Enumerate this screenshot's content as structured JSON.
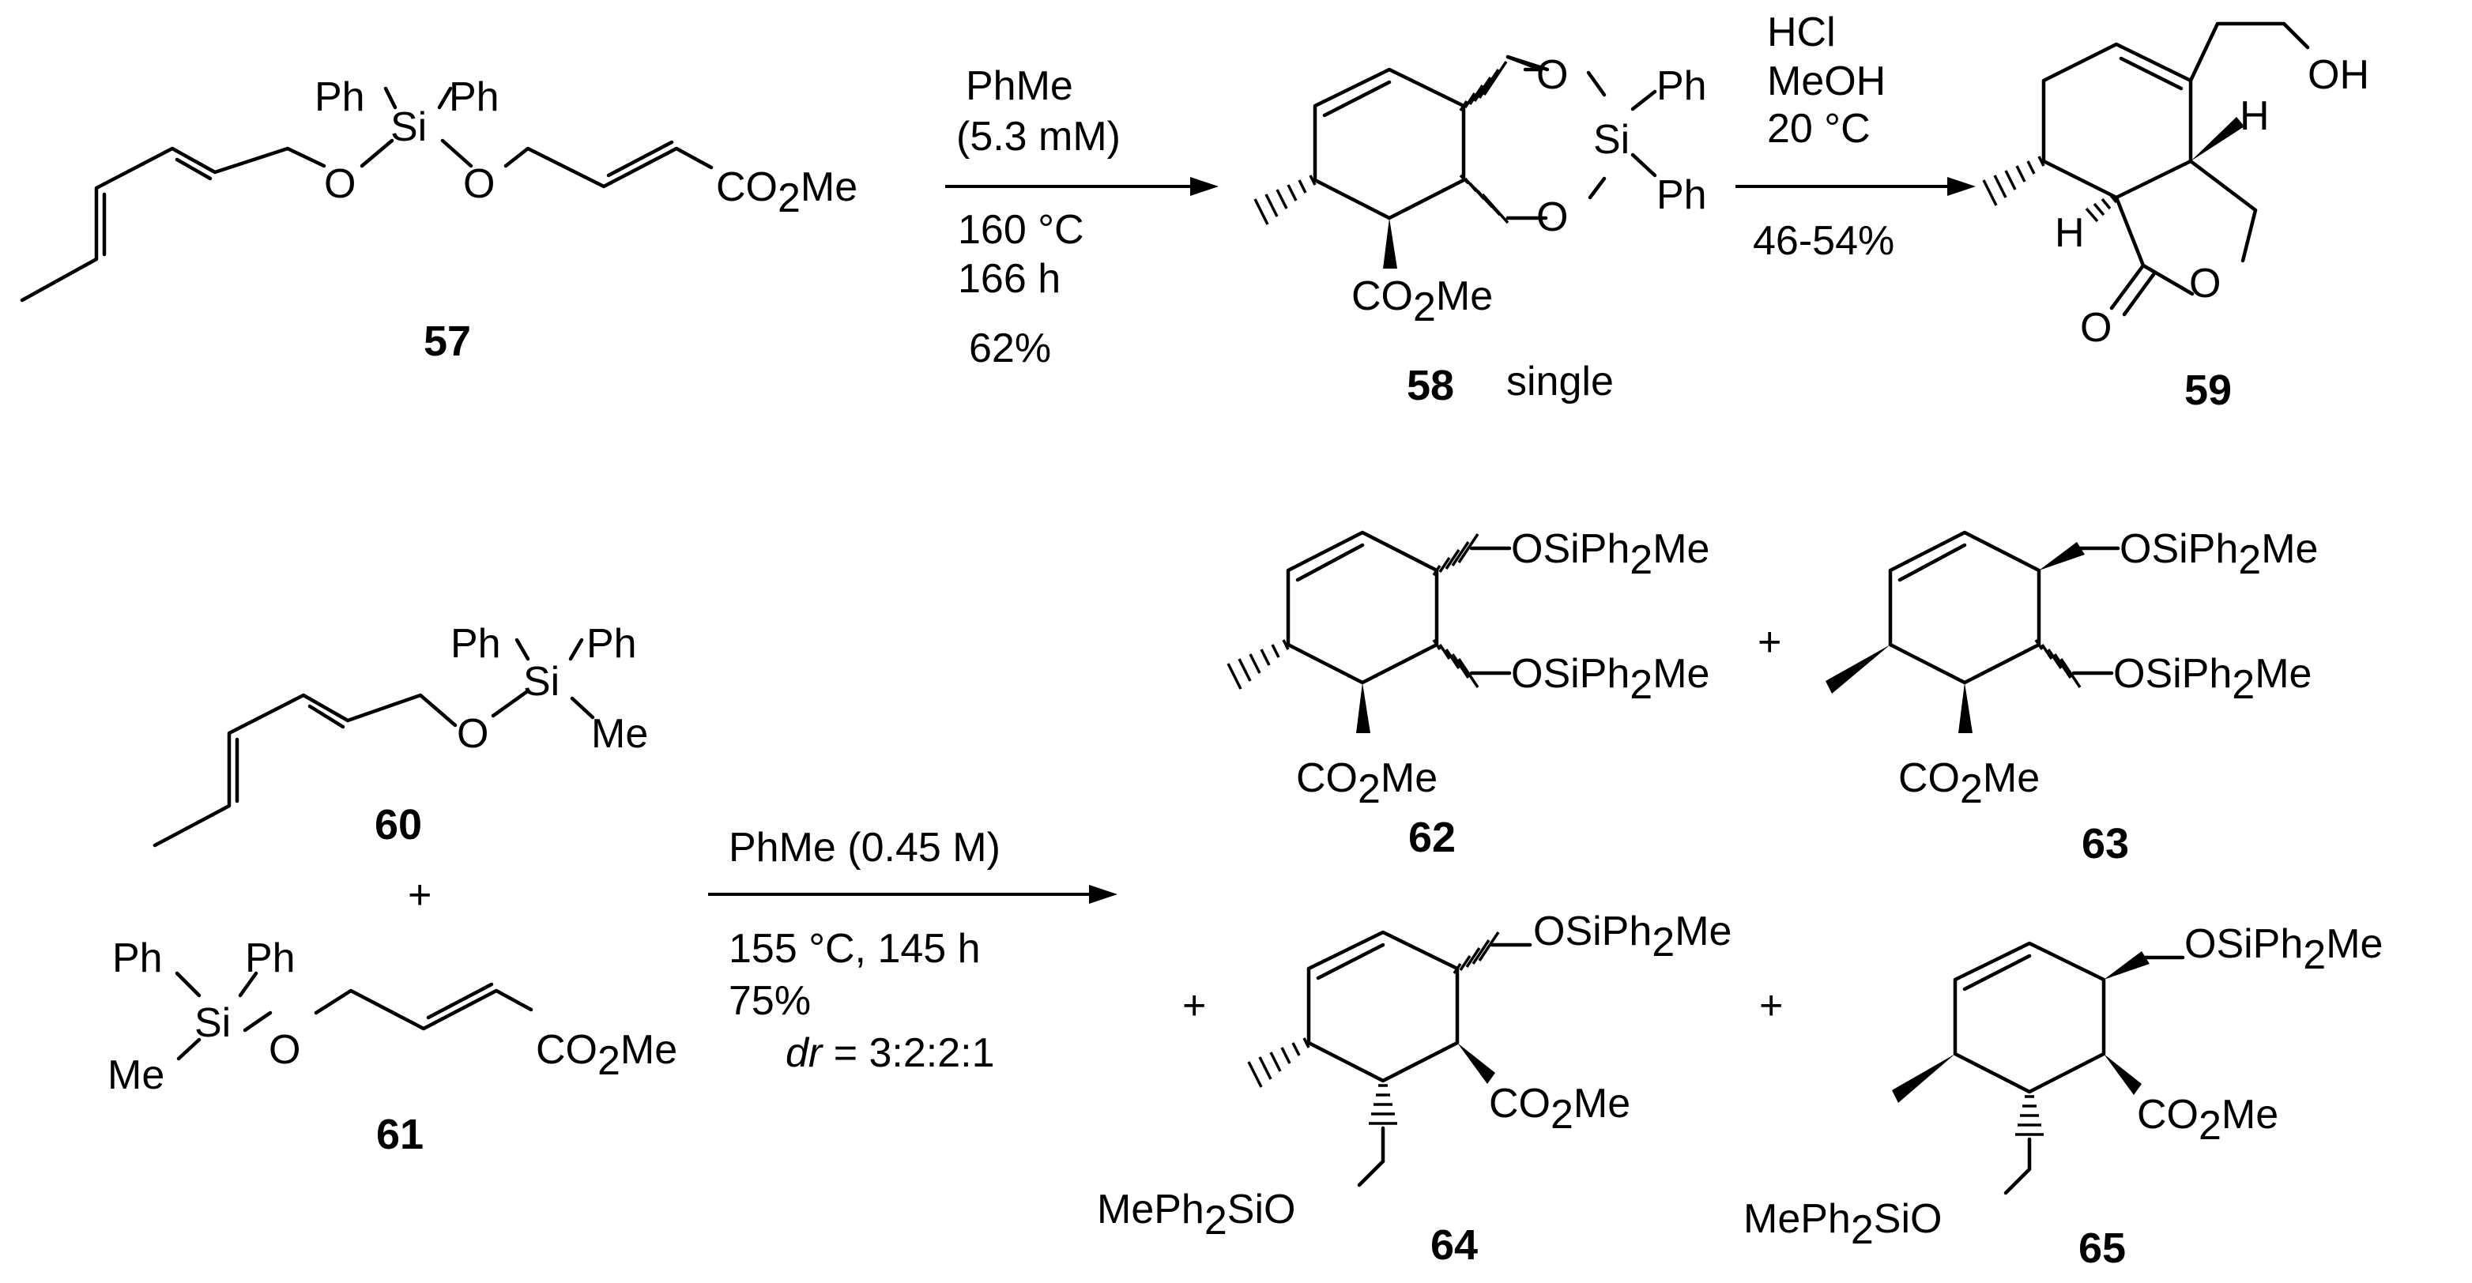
{
  "reaction1": {
    "c57": {
      "number": "57",
      "ph_left": "Ph",
      "ph_right": "Ph",
      "si": "Si",
      "o_left": "O",
      "o_right": "O",
      "ester": "CO",
      "ester_sub": "2",
      "ester_end": "Me"
    },
    "step1": {
      "solvent": "PhMe",
      "conc": "(5.3 mM)",
      "temp": "160 °C",
      "time": "166 h",
      "yield": "62%"
    },
    "c58": {
      "number": "58",
      "note": "single",
      "o_top": "O",
      "o_bottom": "O",
      "si": "Si",
      "ph_top": "Ph",
      "ph_bottom": "Ph",
      "ester": "CO",
      "ester_sub": "2",
      "ester_end": "Me"
    },
    "step2": {
      "reagent": "HCl",
      "solvent": "MeOH",
      "temp": "20 °C",
      "yield": "46-54%"
    },
    "c59": {
      "number": "59",
      "oh": "OH",
      "h_top": "H",
      "h_bottom": "H",
      "o_ring": "O",
      "o_carbonyl": "O"
    }
  },
  "reaction2": {
    "c60": {
      "number": "60",
      "ph_left": "Ph",
      "ph_right": "Ph",
      "si": "Si",
      "o": "O",
      "me": "Me"
    },
    "plus_reactants": "+",
    "c61": {
      "number": "61",
      "ph_left": "Ph",
      "ph_right": "Ph",
      "si": "Si",
      "me": "Me",
      "o": "O",
      "ester": "CO",
      "ester_sub": "2",
      "ester_end": "Me"
    },
    "step": {
      "conditions_top": "PhMe (0.45 M)",
      "temp_time": "155 °C, 145 h",
      "yield": "75%",
      "dr_label": "dr",
      "dr_value": " = 3:2:2:1"
    },
    "products": [
      {
        "number": "62",
        "silyl": "OSiPh",
        "silyl_sub": "2",
        "silyl_end": "Me",
        "ester": "CO",
        "ester_sub": "2",
        "ester_end": "Me"
      },
      {
        "number": "63",
        "silyl": "OSiPh",
        "silyl_sub": "2",
        "silyl_end": "Me",
        "ester": "CO",
        "ester_sub": "2",
        "ester_end": "Me"
      },
      {
        "number": "64",
        "silyl": "OSiPh",
        "silyl_sub": "2",
        "silyl_end": "Me",
        "silyl_left": "MePh",
        "silyl_left_sub": "2",
        "silyl_left_end": "SiO",
        "ester": "CO",
        "ester_sub": "2",
        "ester_end": "Me"
      },
      {
        "number": "65",
        "silyl": "OSiPh",
        "silyl_sub": "2",
        "silyl_end": "Me",
        "silyl_left": "MePh",
        "silyl_left_sub": "2",
        "silyl_left_end": "SiO",
        "ester": "CO",
        "ester_sub": "2",
        "ester_end": "Me"
      }
    ],
    "plus": "+"
  }
}
